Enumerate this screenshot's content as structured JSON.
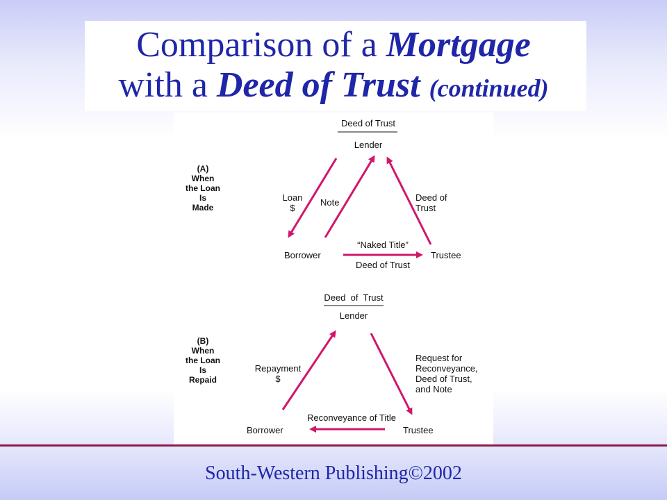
{
  "title": {
    "line1_prefix": "Comparison of a ",
    "line1_em": "Mortgage",
    "line2_prefix": "with a ",
    "line2_em": "Deed of Trust",
    "line2_suffix": "(continued)"
  },
  "section_a": {
    "side_label": "(A)\nWhen\nthe Loan\nIs\nMade",
    "lender_top": "Deed of Trust",
    "lender_bottom": "Lender",
    "borrower": "Borrower",
    "trustee": "Trustee",
    "loan_label": "Loan\n$",
    "note_label": "Note",
    "deed_label": "Deed of\nTrust",
    "naked_title_label": "“Naked Title”",
    "deed_of_trust_label": "Deed of Trust"
  },
  "section_b": {
    "side_label": "(B)\nWhen\nthe Loan\nIs\nRepaid",
    "lender_top": "Deed  of  Trust",
    "lender_bottom": "Lender",
    "borrower": "Borrower",
    "trustee": "Trustee",
    "repayment_label": "Repayment\n$",
    "request_label": "Request for\nReconveyance,\nDeed of Trust,\nand Note",
    "reconveyance_label": "Reconveyance of Title"
  },
  "footer": "South-Western Publishing©2002",
  "colors": {
    "title": "#1f26a8",
    "arrow": "#d0176c",
    "rule": "#8a1c47"
  }
}
